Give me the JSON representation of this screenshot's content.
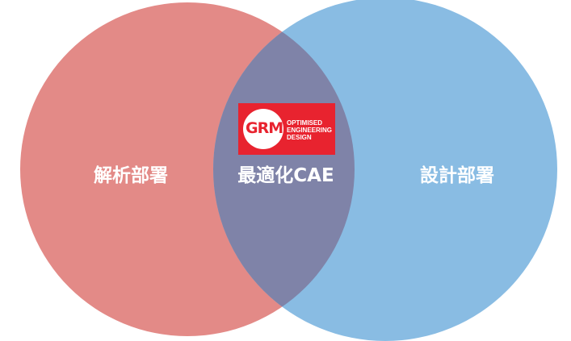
{
  "diagram": {
    "left_set": {
      "label": "解析部署",
      "color": "#e38a87"
    },
    "right_set": {
      "label": "設計部署",
      "color": "#89bce3"
    },
    "intersection": {
      "label": "最適化CAE",
      "color": "#7f83a8"
    },
    "logo": {
      "text": "GRM",
      "tagline": [
        "OPTIMISED",
        "ENGINEERING",
        "DESIGN"
      ],
      "color": "#e8232f"
    }
  }
}
